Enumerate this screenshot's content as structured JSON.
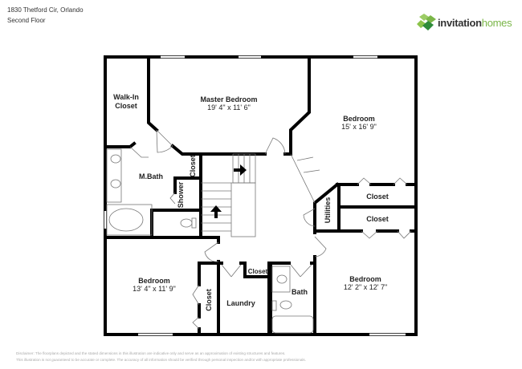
{
  "header": {
    "address": "1830 Thetford Cir, Orlando",
    "floor": "Second Floor"
  },
  "logo": {
    "part1": "invitation",
    "part2": "homes",
    "colors": {
      "dark": "#333333",
      "green": "#7ab648",
      "deep_green": "#2e8b3a"
    }
  },
  "rooms": {
    "walkin": {
      "line1": "Walk-In",
      "line2": "Closet"
    },
    "master": {
      "name": "Master Bedroom",
      "dim": "19' 4\" x 11' 6\""
    },
    "bedroom_ne": {
      "name": "Bedroom",
      "dim": "15' x 16' 9\""
    },
    "mbath": {
      "name": "M.Bath"
    },
    "mb_closet": {
      "name": "Closet"
    },
    "shower": {
      "name": "Shower"
    },
    "utilities": {
      "name": "Utilities"
    },
    "closet_a": {
      "name": "Closet"
    },
    "closet_b": {
      "name": "Closet"
    },
    "bedroom_sw": {
      "name": "Bedroom",
      "dim": "13' 4\" x 11' 9\""
    },
    "closet_sw": {
      "name": "Closet"
    },
    "laundry": {
      "name": "Laundry"
    },
    "hall_closet": {
      "name": "Closet"
    },
    "bath": {
      "name": "Bath"
    },
    "bedroom_se": {
      "name": "Bedroom",
      "dim": "12' 2\" x 12' 7\""
    }
  },
  "disclaimer": {
    "line1": "Disclaimer: The floorplans depicted and the stated dimensions in this illustration are indicative only and serve as an approximation of existing structures and features.",
    "line2": "This illustration is not guaranteed to be accurate or complete. The accuracy of all information should be verified through personal inspection and/or with appropriate professionals."
  }
}
